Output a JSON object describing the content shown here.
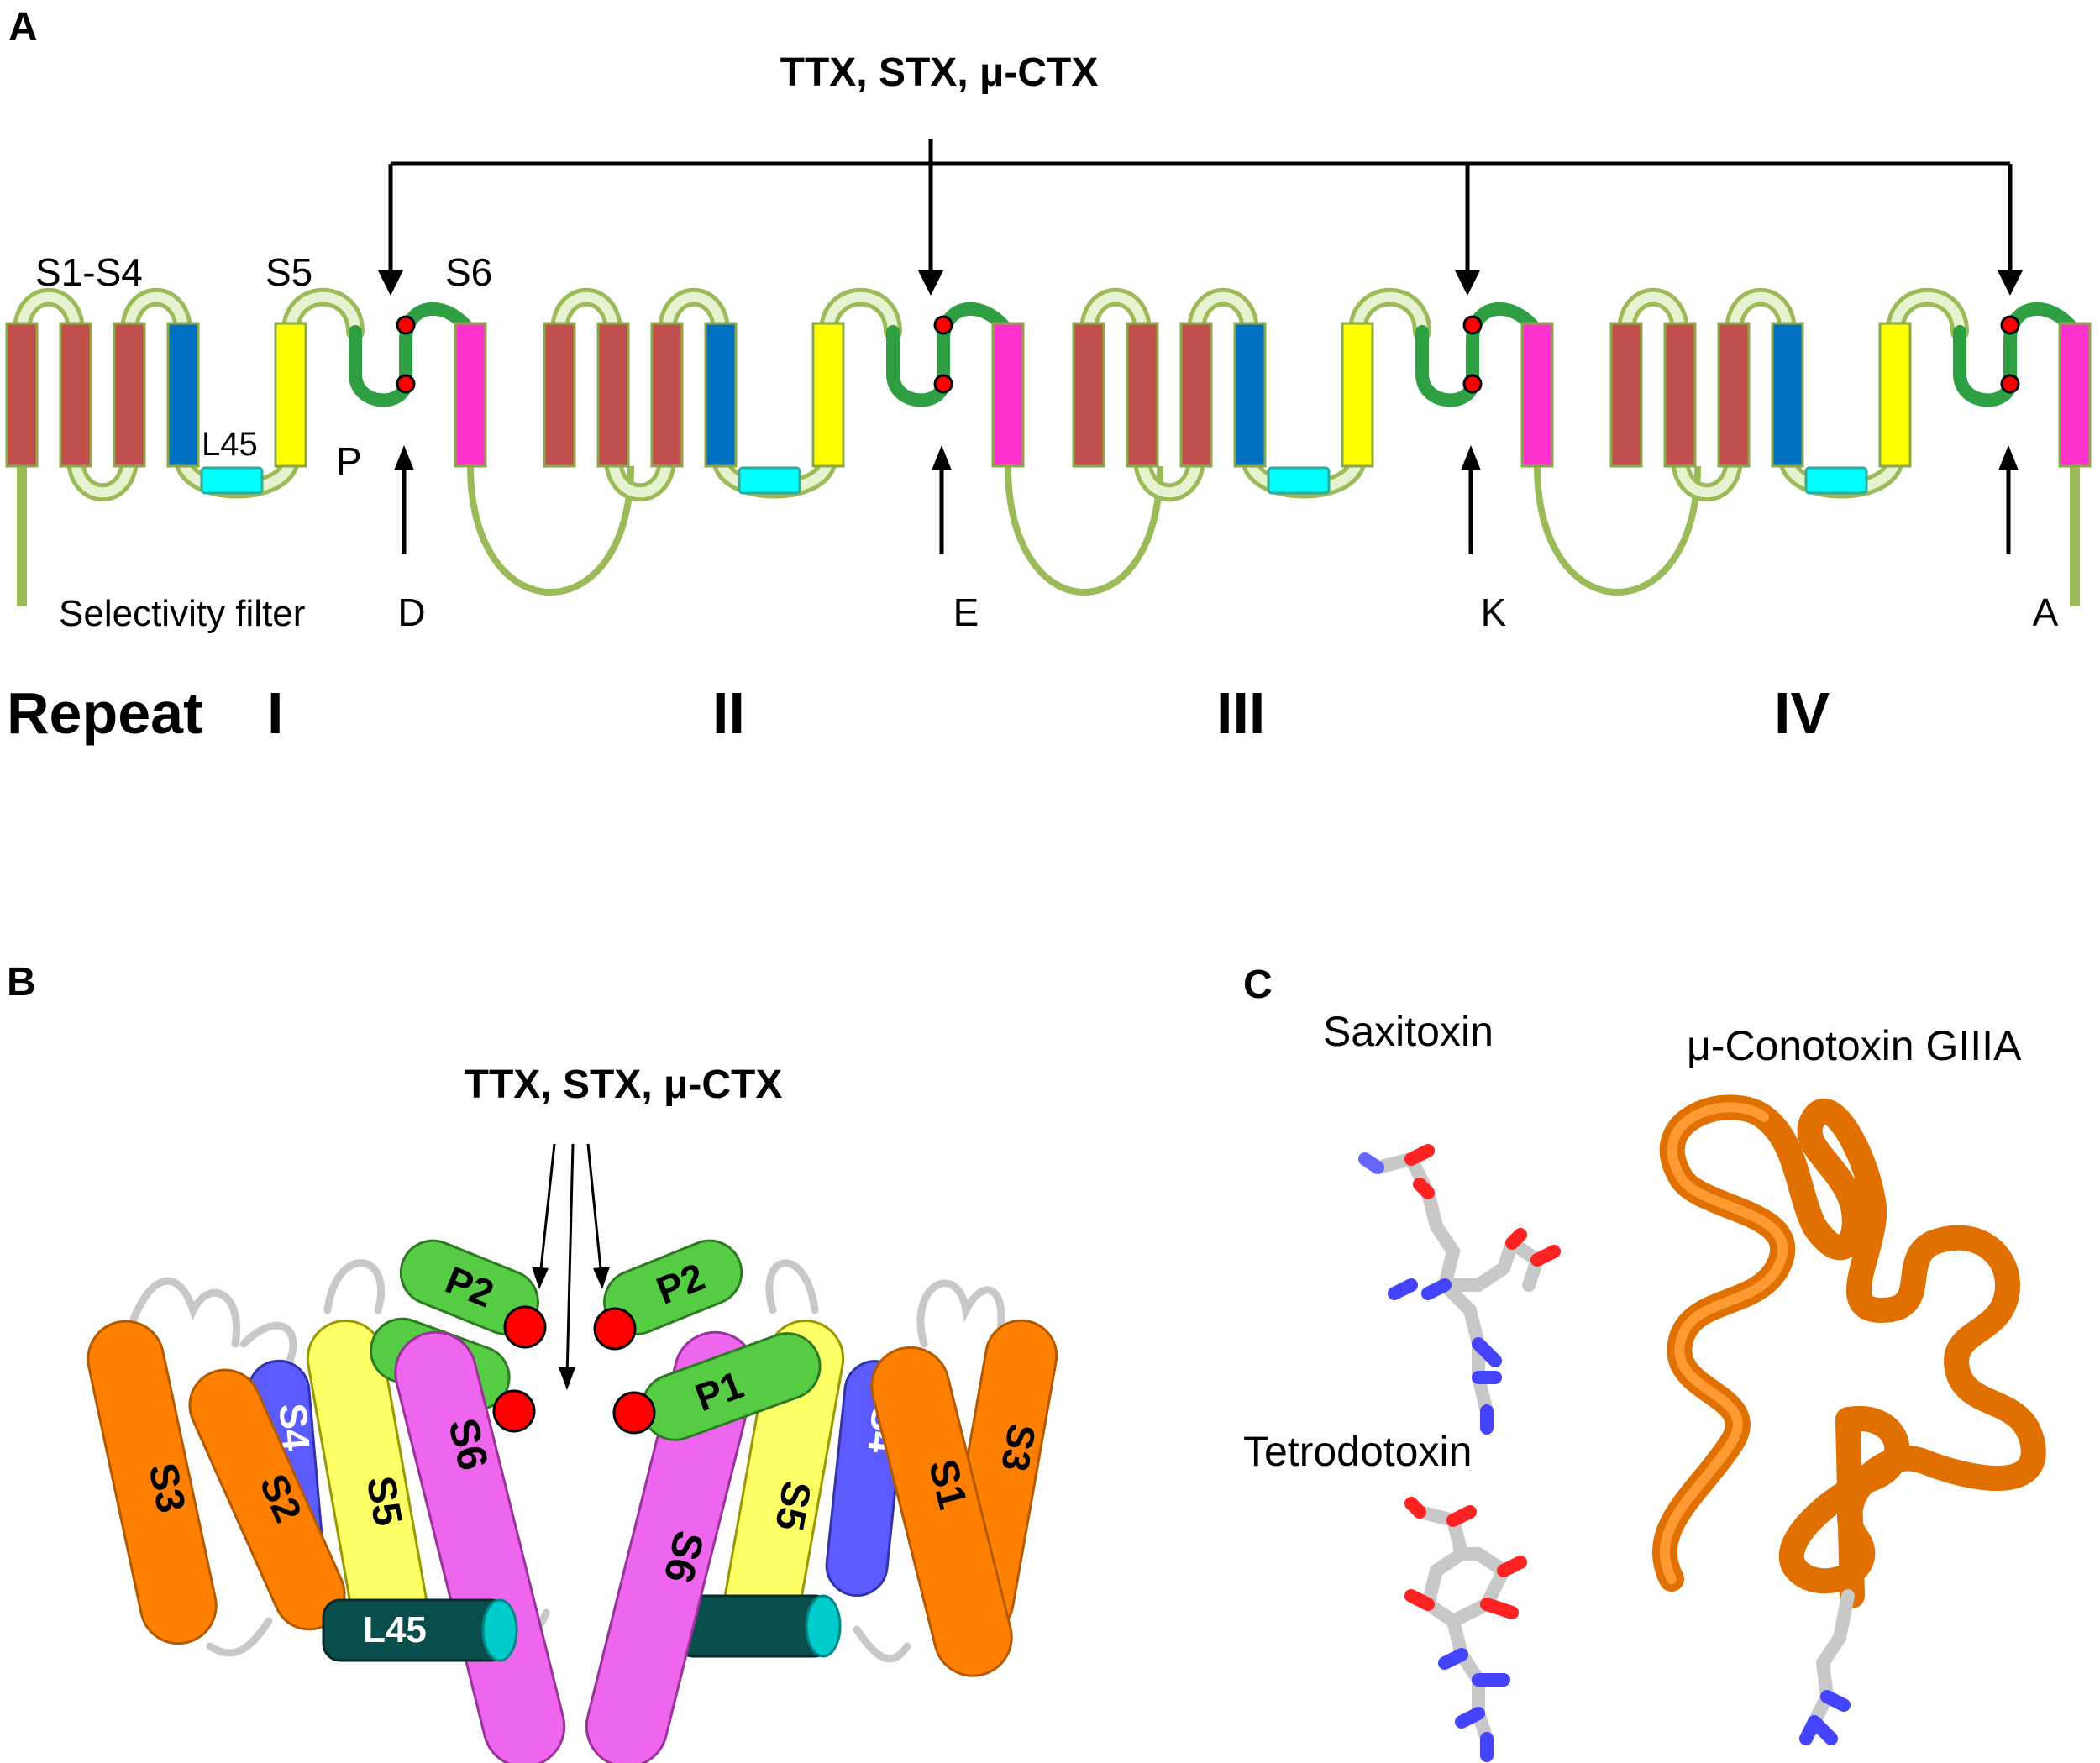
{
  "panels": {
    "a": "A",
    "b": "B",
    "c": "C"
  },
  "panel_a": {
    "toxins_label": "TTX, STX,  μ-CTX",
    "s1_s4": "S1-S4",
    "s5": "S5",
    "s6": "S6",
    "p": "P",
    "l45": "L45",
    "selectivity_filter": "Selectivity filter",
    "residues": [
      "D",
      "E",
      "K",
      "A"
    ],
    "repeat_word": "Repeat",
    "repeats": [
      "I",
      "II",
      "III",
      "IV"
    ]
  },
  "panel_b": {
    "toxins_label": "TTX, STX,  μ-CTX",
    "left_helices": [
      "S3",
      "S2",
      "S4",
      "S5",
      "S6",
      "P2",
      "L45"
    ],
    "right_helices": [
      "P2",
      "P1",
      "S6",
      "S5",
      "S4",
      "S1",
      "S3"
    ]
  },
  "panel_c": {
    "saxitoxin": "Saxitoxin",
    "tetrodotoxin": "Tetrodotoxin",
    "conotoxin": "μ-Conotoxin GIIIA"
  },
  "colors": {
    "s1_s3": "#c0504d",
    "s4": "#0070c0",
    "s5": "#ffff00",
    "s6": "#ff33cc",
    "p_loop": "#2ea043",
    "l45": "#00ffff",
    "loop": "#9bbb59",
    "residue": "#ff0000",
    "orange": "#ff8000",
    "purple_s4": "#5b5bff",
    "violet_s6": "#ee66ee",
    "green_p": "#55cc44",
    "teal_l45": "#0a4d4d"
  }
}
